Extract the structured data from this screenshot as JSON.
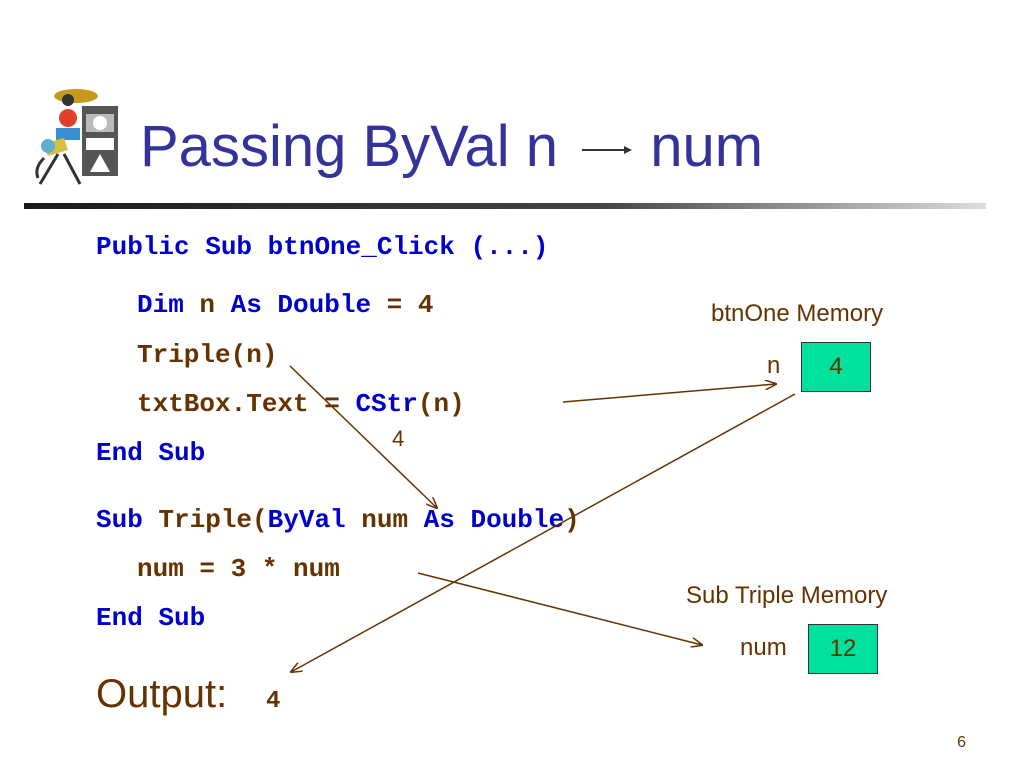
{
  "slide": {
    "title_prefix": "Passing ByVal n",
    "title_suffix": "num",
    "page_number": "6"
  },
  "code": {
    "line1": {
      "kw": "Public Sub",
      "rest": " btnOne_Click (...)"
    },
    "line2": {
      "kw1": "Dim",
      "mid": " n ",
      "kw2": "As Double",
      "rest": " = 4"
    },
    "line3": {
      "text": "Triple(n)"
    },
    "line4": {
      "pre": "txtBox.Text = ",
      "kw": "CStr",
      "rest": "(n)"
    },
    "line5": {
      "kw": "End Sub"
    },
    "line6": {
      "kw1": "Sub",
      "mid": " Triple(",
      "kw2": "ByVal",
      "mid2": " num ",
      "kw3": "As Double",
      "rest": ")"
    },
    "line7": {
      "text": "num = 3 * num"
    },
    "line8": {
      "kw": "End Sub"
    }
  },
  "annotations": {
    "passed_value": "4",
    "btnone_memory_label": "btnOne Memory",
    "var_n_label": "n",
    "var_n_value": "4",
    "sub_triple_memory_label": "Sub Triple Memory",
    "var_num_label": "num",
    "var_num_value": "12"
  },
  "output": {
    "label": "Output:",
    "value": "4"
  },
  "colors": {
    "title": "#333399",
    "keyword": "#0000cc",
    "text": "#663300",
    "memory_box": "#00e19e"
  }
}
